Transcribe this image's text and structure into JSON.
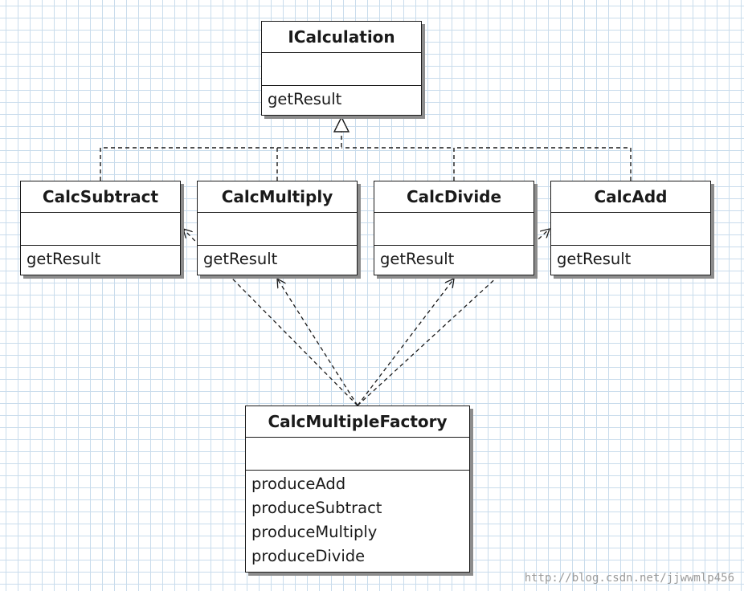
{
  "classes": {
    "icalculation": {
      "name": "ICalculation",
      "operations": [
        "getResult"
      ]
    },
    "calc_subtract": {
      "name": "CalcSubtract",
      "operations": [
        "getResult"
      ]
    },
    "calc_multiply": {
      "name": "CalcMultiply",
      "operations": [
        "getResult"
      ]
    },
    "calc_divide": {
      "name": "CalcDivide",
      "operations": [
        "getResult"
      ]
    },
    "calc_add": {
      "name": "CalcAdd",
      "operations": [
        "getResult"
      ]
    },
    "factory": {
      "name": "CalcMultipleFactory",
      "operations": [
        "produceAdd",
        "produceSubtract",
        "produceMultiply",
        "produceDivide"
      ]
    }
  },
  "relationships": [
    {
      "type": "realization",
      "from": "CalcSubtract",
      "to": "ICalculation"
    },
    {
      "type": "realization",
      "from": "CalcMultiply",
      "to": "ICalculation"
    },
    {
      "type": "realization",
      "from": "CalcDivide",
      "to": "ICalculation"
    },
    {
      "type": "realization",
      "from": "CalcAdd",
      "to": "ICalculation"
    },
    {
      "type": "dependency",
      "from": "CalcMultipleFactory",
      "to": "CalcSubtract"
    },
    {
      "type": "dependency",
      "from": "CalcMultipleFactory",
      "to": "CalcMultiply"
    },
    {
      "type": "dependency",
      "from": "CalcMultipleFactory",
      "to": "CalcDivide"
    },
    {
      "type": "dependency",
      "from": "CalcMultipleFactory",
      "to": "CalcAdd"
    }
  ],
  "watermark": "http://blog.csdn.net/jjwwmlp456",
  "colors": {
    "grid": "#c9dcec",
    "line": "#1a1a1a",
    "shadow": "#8c8c8c"
  }
}
